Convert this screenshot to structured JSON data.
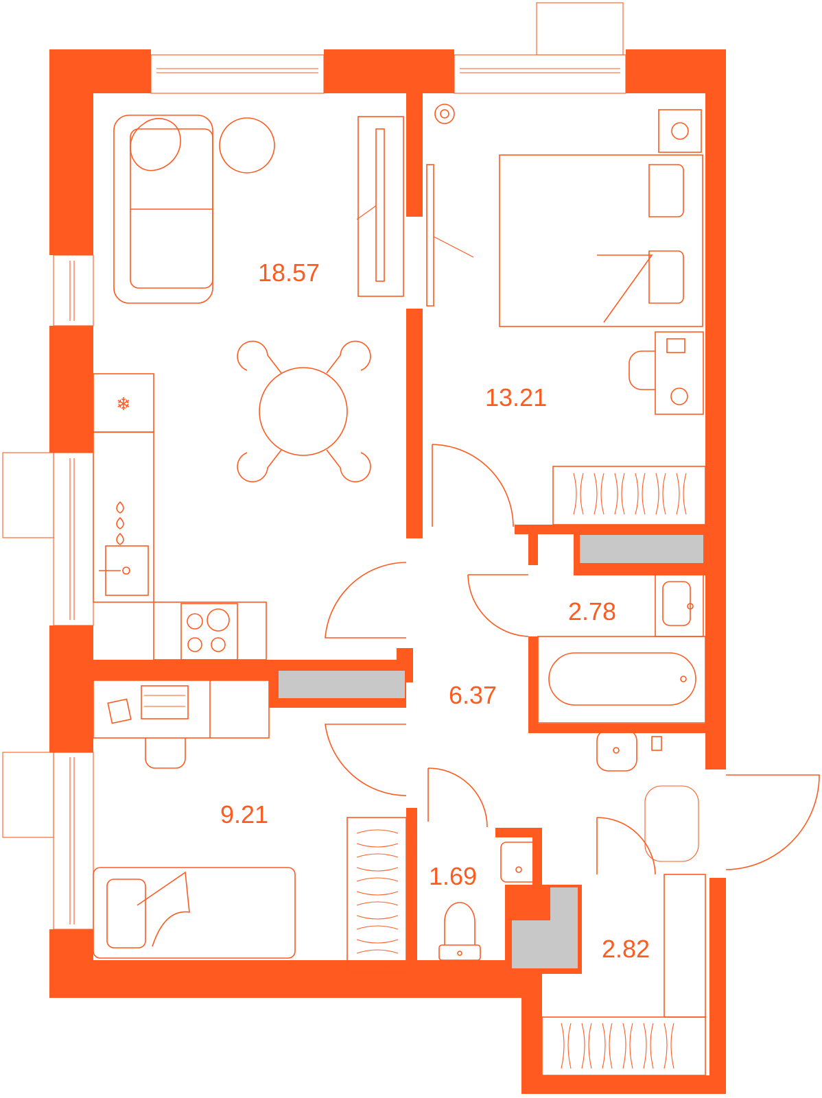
{
  "colors": {
    "accent": "#FF5A1F",
    "shaft": "#C8C8C8",
    "background": "#FFFFFF"
  },
  "rooms": {
    "living_kitchen": {
      "area": "18.57",
      "icons": [
        "sofa-icon",
        "armchair-icon",
        "round-table-icon",
        "dining-table-icon",
        "tv-stand-icon",
        "fridge-icon",
        "stove-icon",
        "kitchen-sink-icon",
        "cooktop-icon"
      ]
    },
    "bedroom": {
      "area": "13.21",
      "icons": [
        "double-bed-icon",
        "wardrobe-icon",
        "desk-icon",
        "chair-icon",
        "plant-icon",
        "tv-icon",
        "washing-machine-icon"
      ]
    },
    "bathroom": {
      "area": "2.78",
      "icons": [
        "bathtub-icon",
        "sink-icon"
      ]
    },
    "hallway": {
      "area": "6.37",
      "icons": [
        "entrance-door-icon",
        "rug-icon"
      ]
    },
    "children_room": {
      "area": "9.21",
      "icons": [
        "single-bed-icon",
        "wardrobe-icon",
        "desk-icon",
        "chair-icon"
      ]
    },
    "toilet": {
      "area": "1.69",
      "icons": [
        "toilet-icon",
        "sink-icon"
      ]
    },
    "storage": {
      "area": "2.82",
      "icons": [
        "wardrobe-icon"
      ]
    }
  }
}
